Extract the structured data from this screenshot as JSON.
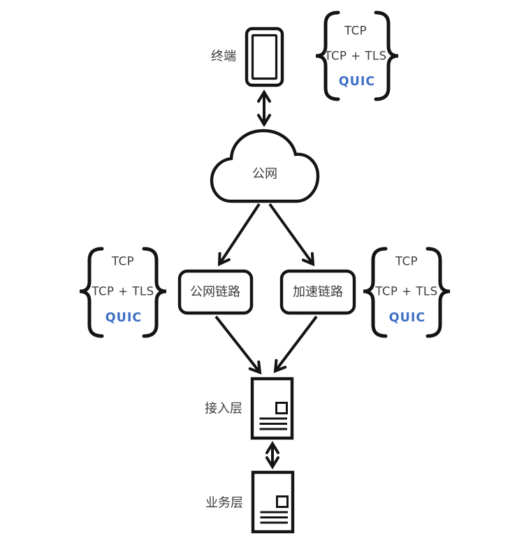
{
  "nodes": {
    "terminal": {
      "label": "终端"
    },
    "public_network": {
      "label": "公网"
    },
    "public_link": {
      "label": "公网链路"
    },
    "accelerated_link": {
      "label": "加速链路"
    },
    "access_layer": {
      "label": "接入层"
    },
    "business_layer": {
      "label": "业务层"
    }
  },
  "protocol_braces": {
    "items": [
      "TCP",
      "TCP + TLS",
      "QUIC"
    ]
  },
  "icons": {
    "terminal": "phone-icon",
    "public_network": "cloud-icon",
    "access_layer": "server-icon",
    "business_layer": "server-icon"
  },
  "colors": {
    "line": "#141414",
    "text": "#3c3c3c",
    "quic_blue": "#3e6ec5",
    "background": "#ffffff"
  }
}
